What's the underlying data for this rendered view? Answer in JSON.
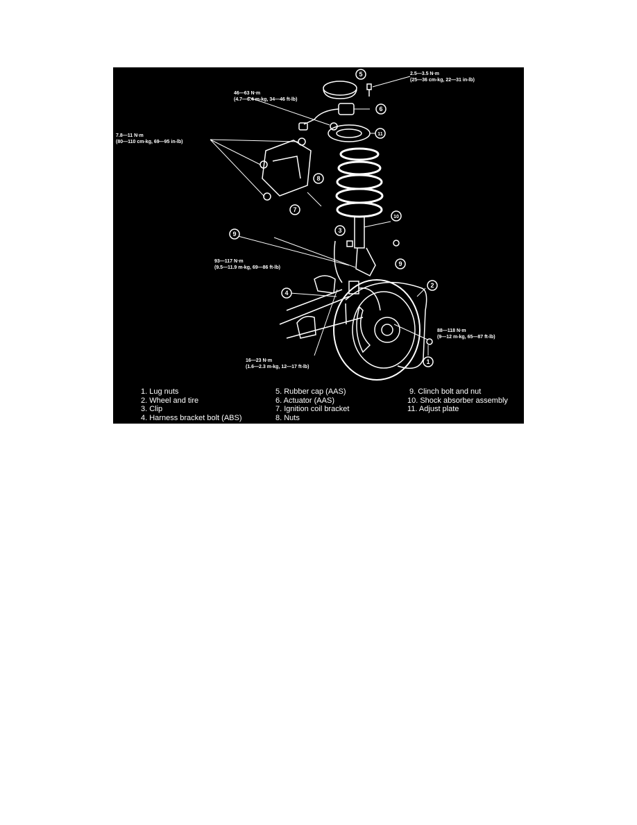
{
  "torque_specs": {
    "actuator_bolt": {
      "line1": "2.5—3.5 N·m",
      "line2": "(25—36 cm-kg, 22—31 in-lb)"
    },
    "adjust_plate_nuts": {
      "line1": "46—63 N·m",
      "line2": "(4.7—6.4 m-kg, 34—46 ft-lb)"
    },
    "ignition_bracket": {
      "line1": "7.8—11 N·m",
      "line2": "(80—110 cm-kg, 69—95 in-lb)"
    },
    "clinch_bolt": {
      "line1": "93—117 N·m",
      "line2": "(9.5—11.9 m-kg, 69—86 ft-lb)"
    },
    "lug_nuts": {
      "line1": "88—118 N·m",
      "line2": "(9—12 m-kg, 65—87 ft-lb)"
    },
    "harness_bolt": {
      "line1": "16—23 N·m",
      "line2": "(1.6—2.3 m-kg, 12—17 ft-lb)"
    }
  },
  "callouts": [
    "1",
    "2",
    "3",
    "4",
    "5",
    "6",
    "7",
    "8",
    "9",
    "9",
    "10",
    "11"
  ],
  "legend": {
    "col1": [
      "1. Lug nuts",
      "2. Wheel and tire",
      "3. Clip",
      "4. Harness bracket bolt (ABS)"
    ],
    "col2": [
      "5. Rubber cap (AAS)",
      "6. Actuator (AAS)",
      "7. Ignition coil bracket",
      "8. Nuts"
    ],
    "col3": [
      "9. Clinch bolt and nut",
      "10. Shock absorber assembly",
      "11. Adjust plate"
    ]
  }
}
